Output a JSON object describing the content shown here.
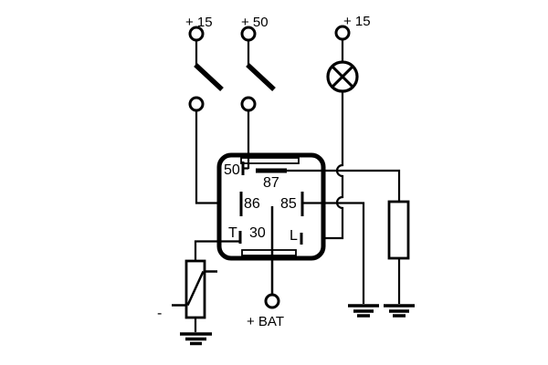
{
  "title": "relay-wiring-schematic",
  "colors": {
    "line": "#000000",
    "background": "#ffffff"
  },
  "terminals": {
    "left": "+ 15",
    "middle": "+ 50",
    "right": "+ 15",
    "battery": "+ BAT",
    "sensor_minus": "-"
  },
  "relay": {
    "pins": {
      "p50": "50",
      "p87": "87",
      "p86": "86",
      "p85": "85",
      "p30": "30",
      "pt": "T",
      "pl": "L"
    }
  },
  "symbols": [
    "terminal-circle",
    "terminal-circle",
    "terminal-circle",
    "open-switch",
    "open-switch",
    "indicator-lamp",
    "relay-box",
    "resistor",
    "temperature-sensor",
    "ground",
    "ground",
    "ground",
    "battery-terminal"
  ]
}
